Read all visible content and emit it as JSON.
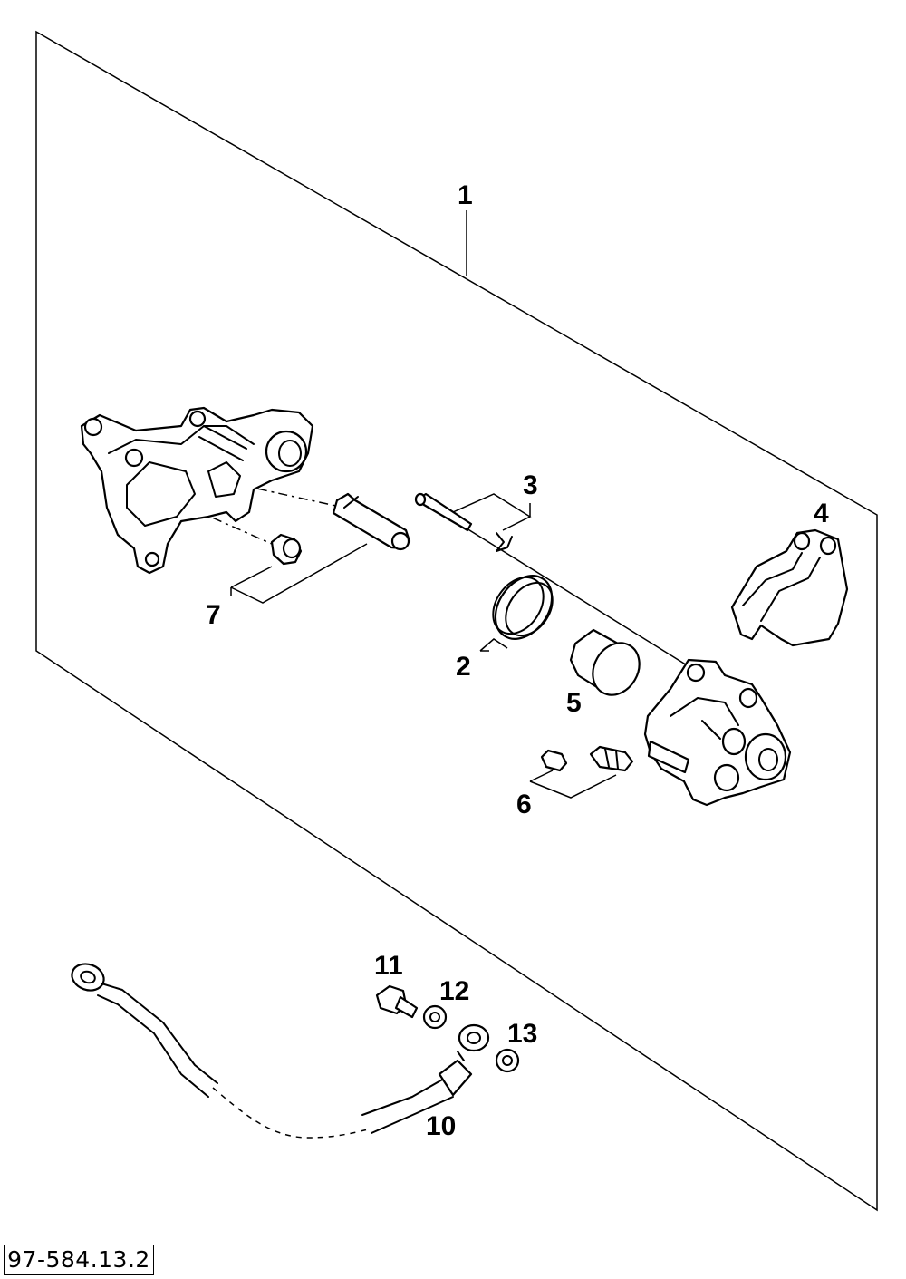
{
  "callouts": {
    "c1": "1",
    "c2": "2",
    "c3": "3",
    "c4": "4",
    "c5": "5",
    "c6": "6",
    "c7": "7",
    "c10": "10",
    "c11": "11",
    "c12": "12",
    "c13": "13"
  },
  "reference_number": "97-584.13.2"
}
